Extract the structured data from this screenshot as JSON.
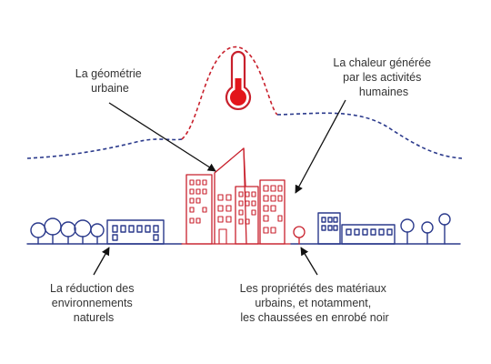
{
  "labels": {
    "geometry": [
      "La géométrie",
      "urbaine"
    ],
    "heat": [
      "La chaleur générée",
      "par les activités",
      "humaines"
    ],
    "nature": [
      "La réduction des",
      "environnements",
      "naturels"
    ],
    "materials": [
      "Les propriétés des matériaux",
      "urbains, et notamment,",
      "les chaussées en enrobé noir"
    ]
  },
  "colors": {
    "navy": "#2b3a8c",
    "red": "#c8202c",
    "thermo_fill": "#e3151b",
    "text": "#333333"
  },
  "icons": [
    "thermometer-icon",
    "tree-icon",
    "building-icon"
  ]
}
